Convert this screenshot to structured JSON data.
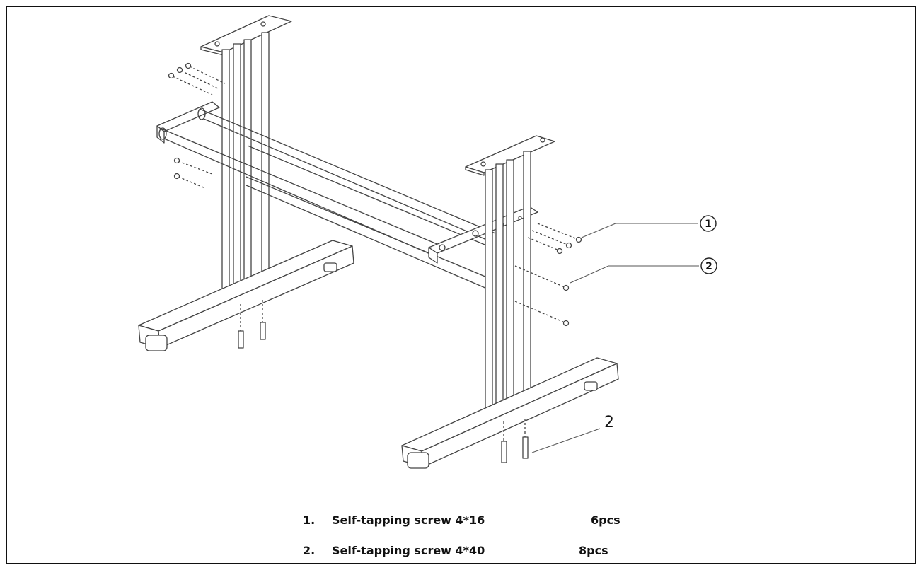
{
  "callouts": [
    {
      "label": "1"
    },
    {
      "label": "2"
    }
  ],
  "screw_label": "2",
  "parts": [
    {
      "number": "1.",
      "description": "Self-tapping screw 4*16",
      "quantity": "6pcs"
    },
    {
      "number": "2.",
      "description": "Self-tapping screw 4*40",
      "quantity": "8pcs"
    }
  ]
}
